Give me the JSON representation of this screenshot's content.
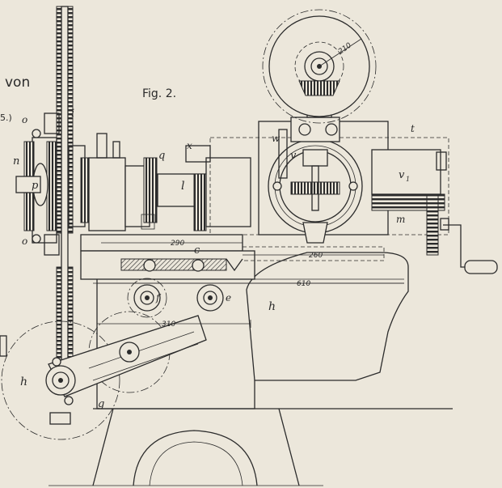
{
  "caption": {
    "figure": "Fig. 2.",
    "partial_word": "von",
    "partial_margin": "5.)"
  },
  "part_labels": {
    "o_top": "o",
    "i": "i",
    "n": "n",
    "p": "p",
    "o_bottom": "o",
    "q": "q",
    "x": "x",
    "l": "l",
    "w": "w",
    "t": "t",
    "v": "v",
    "v1": "v",
    "v1_sub": "1",
    "m": "m",
    "c": "c",
    "f": "f",
    "e": "e",
    "h_right": "h",
    "h_left": "h",
    "g": "g"
  },
  "dimensions": {
    "d210": "210",
    "d290": "290",
    "d260": "260",
    "d610": "610",
    "d310": "310"
  },
  "colors": {
    "paper": "#ece7db",
    "ink": "#2b2b2b"
  }
}
